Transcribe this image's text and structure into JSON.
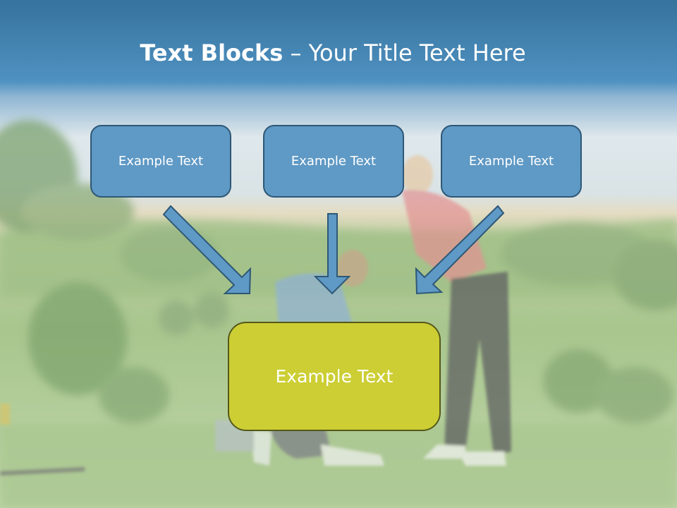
{
  "slide": {
    "title_bold": "Text Blocks",
    "title_dash": " – ",
    "title_rest": "Your Title Text Here"
  },
  "blocks": {
    "top": [
      {
        "label": "Example Text"
      },
      {
        "label": "Example Text"
      },
      {
        "label": "Example Text"
      }
    ],
    "bottom": {
      "label": "Example Text"
    }
  },
  "colors": {
    "header": "#3d7fad",
    "top_block_fill": "#5f99c5",
    "top_block_border": "#2e5877",
    "bottom_block_fill": "#ccce33",
    "bottom_block_border": "#55581a",
    "arrow_fill": "#5f99c5"
  },
  "background_photo": "golf-lesson-photo"
}
